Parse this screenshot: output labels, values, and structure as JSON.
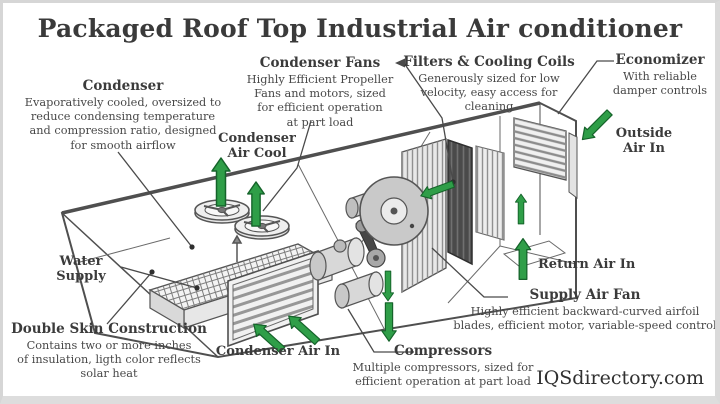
{
  "title": "Packaged Roof Top Industrial Air conditioner",
  "watermark": "IQSdirectory.com",
  "colors": {
    "arrow_green": "#2f9e48",
    "arrow_outline": "#15632a",
    "text": "#3e3e3e",
    "line": "#4f4f4f"
  },
  "labels": {
    "condenser": {
      "heading": "Condenser",
      "desc": "Evaporatively cooled, oversized to\nreduce condensing temperature\nand compression ratio, designed\nfor smooth airflow"
    },
    "condenser_fans": {
      "heading": "Condenser Fans",
      "desc": "Highly Efficient Propeller\nFans and motors, sized\nfor efficient operation\nat part load"
    },
    "filters_cooling_coils": {
      "heading": "Filters & Cooling Coils",
      "desc": "Generously sized for low\nvelocity, easy access for\ncleaning"
    },
    "economizer": {
      "heading": "Economizer",
      "desc": "With reliable\ndamper controls"
    },
    "outside_air_in": {
      "heading": "Outside\nAir In"
    },
    "condenser_air_cool": {
      "heading": "Condenser\nAir Cool"
    },
    "water_supply": {
      "heading": "Water\nSupply"
    },
    "return_air_in": {
      "heading": "Return Air In"
    },
    "supply_air_fan": {
      "heading": "Supply Air Fan",
      "desc": "Highly efficient backward-curved airfoil\nblades, efficient motor, variable-speed control"
    },
    "compressors": {
      "heading": "Compressors",
      "desc": "Multiple compressors, sized for\nefficient operation at part load"
    },
    "condenser_air_in": {
      "heading": "Condenser Air In"
    },
    "double_skin": {
      "heading": "Double Skin Construction",
      "desc": "Contains two or more inches\nof insulation, ligth color reflects\nsolar heat"
    }
  }
}
